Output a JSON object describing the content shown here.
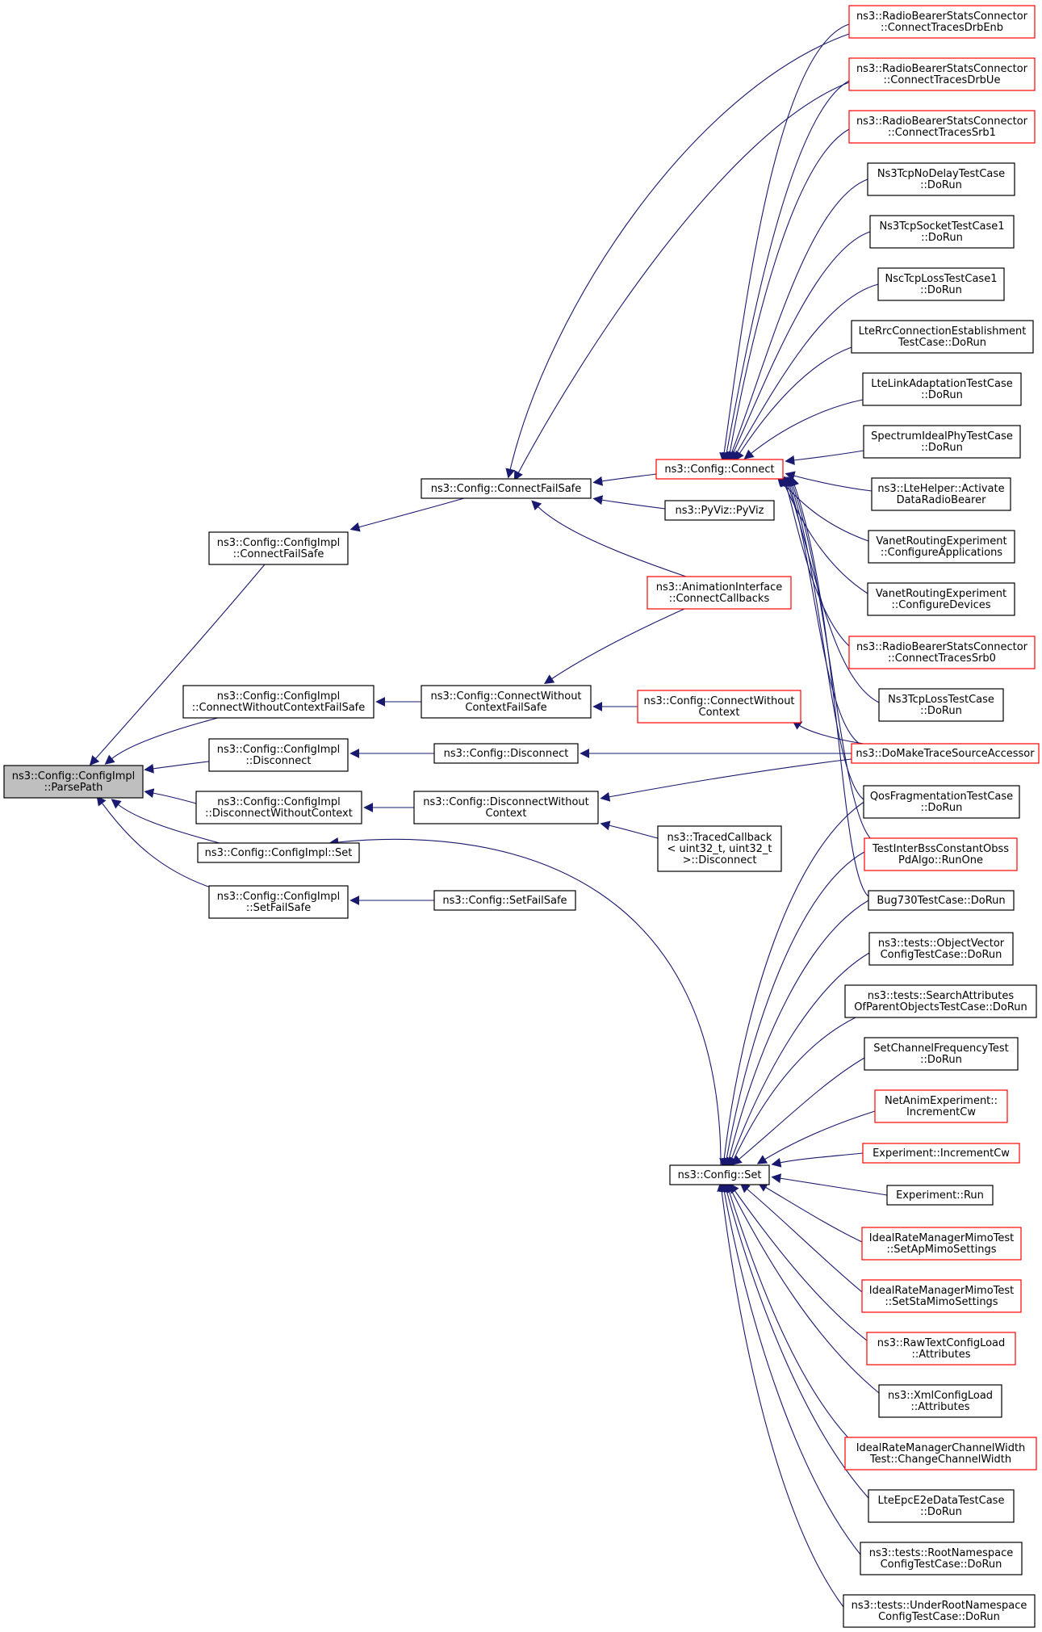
{
  "diagram": {
    "type": "call-graph",
    "colors": {
      "edge": "#191970",
      "node_border": "#000000",
      "node_border_truncated": "#ff0000",
      "root_fill": "#bfbfbf",
      "node_fill": "#ffffff"
    },
    "nodes": [
      {
        "id": "parsepath",
        "lines": [
          "ns3::Config::ConfigImpl",
          "::ParsePath"
        ],
        "style": "root"
      },
      {
        "id": "ci_cfs",
        "lines": [
          "ns3::Config::ConfigImpl",
          "::ConnectFailSafe"
        ],
        "style": "normal"
      },
      {
        "id": "ci_cwcfs",
        "lines": [
          "ns3::Config::ConfigImpl",
          "::ConnectWithoutContextFailSafe"
        ],
        "style": "normal"
      },
      {
        "id": "ci_disc",
        "lines": [
          "ns3::Config::ConfigImpl",
          "::Disconnect"
        ],
        "style": "normal"
      },
      {
        "id": "ci_dwc",
        "lines": [
          "ns3::Config::ConfigImpl",
          "::DisconnectWithoutContext"
        ],
        "style": "normal"
      },
      {
        "id": "ci_set",
        "lines": [
          "ns3::Config::ConfigImpl::Set"
        ],
        "style": "normal"
      },
      {
        "id": "ci_sfs",
        "lines": [
          "ns3::Config::ConfigImpl",
          "::SetFailSafe"
        ],
        "style": "normal"
      },
      {
        "id": "c_cfs",
        "lines": [
          "ns3::Config::ConnectFailSafe"
        ],
        "style": "normal"
      },
      {
        "id": "c_cwcfs",
        "lines": [
          "ns3::Config::ConnectWithout",
          "ContextFailSafe"
        ],
        "style": "normal"
      },
      {
        "id": "c_disc",
        "lines": [
          "ns3::Config::Disconnect"
        ],
        "style": "normal"
      },
      {
        "id": "c_dwc",
        "lines": [
          "ns3::Config::DisconnectWithout",
          "Context"
        ],
        "style": "normal"
      },
      {
        "id": "c_sfs",
        "lines": [
          "ns3::Config::SetFailSafe"
        ],
        "style": "normal"
      },
      {
        "id": "c_connect",
        "lines": [
          "ns3::Config::Connect"
        ],
        "style": "truncated"
      },
      {
        "id": "pyviz",
        "lines": [
          "ns3::PyViz::PyViz"
        ],
        "style": "normal"
      },
      {
        "id": "anim_cc",
        "lines": [
          "ns3::AnimationInterface",
          "::ConnectCallbacks"
        ],
        "style": "truncated"
      },
      {
        "id": "c_cwc",
        "lines": [
          "ns3::Config::ConnectWithout",
          "Context"
        ],
        "style": "truncated"
      },
      {
        "id": "traced_disc",
        "lines": [
          "ns3::TracedCallback",
          "< uint32_t, uint32_t",
          " >::Disconnect"
        ],
        "style": "normal"
      },
      {
        "id": "c_set",
        "lines": [
          "ns3::Config::Set"
        ],
        "style": "normal"
      },
      {
        "id": "rbsc_drbenb",
        "lines": [
          "ns3::RadioBearerStatsConnector",
          "::ConnectTracesDrbEnb"
        ],
        "style": "truncated"
      },
      {
        "id": "rbsc_drbue",
        "lines": [
          "ns3::RadioBearerStatsConnector",
          "::ConnectTracesDrbUe"
        ],
        "style": "truncated"
      },
      {
        "id": "rbsc_srb1",
        "lines": [
          "ns3::RadioBearerStatsConnector",
          "::ConnectTracesSrb1"
        ],
        "style": "truncated"
      },
      {
        "id": "tcpnodelay",
        "lines": [
          "Ns3TcpNoDelayTestCase",
          "::DoRun"
        ],
        "style": "normal"
      },
      {
        "id": "tcpsocket1",
        "lines": [
          "Ns3TcpSocketTestCase1",
          "::DoRun"
        ],
        "style": "normal"
      },
      {
        "id": "nsctcploss1",
        "lines": [
          "NscTcpLossTestCase1",
          "::DoRun"
        ],
        "style": "normal"
      },
      {
        "id": "lterrc",
        "lines": [
          "LteRrcConnectionEstablishment",
          "TestCase::DoRun"
        ],
        "style": "normal"
      },
      {
        "id": "ltelinkadapt",
        "lines": [
          "LteLinkAdaptationTestCase",
          "::DoRun"
        ],
        "style": "normal"
      },
      {
        "id": "specidealphy",
        "lines": [
          "SpectrumIdealPhyTestCase",
          "::DoRun"
        ],
        "style": "normal"
      },
      {
        "id": "ltehelper",
        "lines": [
          "ns3::LteHelper::Activate",
          "DataRadioBearer"
        ],
        "style": "normal"
      },
      {
        "id": "vanet_apps",
        "lines": [
          "VanetRoutingExperiment",
          "::ConfigureApplications"
        ],
        "style": "normal"
      },
      {
        "id": "vanet_devs",
        "lines": [
          "VanetRoutingExperiment",
          "::ConfigureDevices"
        ],
        "style": "normal"
      },
      {
        "id": "rbsc_srb0",
        "lines": [
          "ns3::RadioBearerStatsConnector",
          "::ConnectTracesSrb0"
        ],
        "style": "truncated"
      },
      {
        "id": "tcploss",
        "lines": [
          "Ns3TcpLossTestCase",
          "::DoRun"
        ],
        "style": "normal"
      },
      {
        "id": "domaketsa",
        "lines": [
          "ns3::DoMakeTraceSourceAccessor"
        ],
        "style": "truncated"
      },
      {
        "id": "qosfrag",
        "lines": [
          "QosFragmentationTestCase",
          "::DoRun"
        ],
        "style": "normal"
      },
      {
        "id": "testinterbss",
        "lines": [
          "TestInterBssConstantObss",
          "PdAlgo::RunOne"
        ],
        "style": "truncated"
      },
      {
        "id": "bug730",
        "lines": [
          "Bug730TestCase::DoRun"
        ],
        "style": "normal"
      },
      {
        "id": "objvector",
        "lines": [
          "ns3::tests::ObjectVector",
          "ConfigTestCase::DoRun"
        ],
        "style": "normal"
      },
      {
        "id": "searchattr",
        "lines": [
          "ns3::tests::SearchAttributes",
          "OfParentObjectsTestCase::DoRun"
        ],
        "style": "normal"
      },
      {
        "id": "setchanfreq",
        "lines": [
          "SetChannelFrequencyTest",
          "::DoRun"
        ],
        "style": "normal"
      },
      {
        "id": "netanim_cw",
        "lines": [
          "NetAnimExperiment::",
          "IncrementCw"
        ],
        "style": "truncated"
      },
      {
        "id": "exp_cw",
        "lines": [
          "Experiment::IncrementCw"
        ],
        "style": "truncated"
      },
      {
        "id": "exp_run",
        "lines": [
          "Experiment::Run"
        ],
        "style": "normal"
      },
      {
        "id": "idealrate_ap",
        "lines": [
          "IdealRateManagerMimoTest",
          "::SetApMimoSettings"
        ],
        "style": "truncated"
      },
      {
        "id": "idealrate_sta",
        "lines": [
          "IdealRateManagerMimoTest",
          "::SetStaMimoSettings"
        ],
        "style": "truncated"
      },
      {
        "id": "rawtext",
        "lines": [
          "ns3::RawTextConfigLoad",
          "::Attributes"
        ],
        "style": "truncated"
      },
      {
        "id": "xmlconfig",
        "lines": [
          "ns3::XmlConfigLoad",
          "::Attributes"
        ],
        "style": "normal"
      },
      {
        "id": "idealrate_cw",
        "lines": [
          "IdealRateManagerChannelWidth",
          "Test::ChangeChannelWidth"
        ],
        "style": "truncated"
      },
      {
        "id": "lteepc",
        "lines": [
          "LteEpcE2eDataTestCase",
          "::DoRun"
        ],
        "style": "normal"
      },
      {
        "id": "rootns",
        "lines": [
          "ns3::tests::RootNamespace",
          "ConfigTestCase::DoRun"
        ],
        "style": "normal"
      },
      {
        "id": "underrootns",
        "lines": [
          "ns3::tests::UnderRootNamespace",
          "ConfigTestCase::DoRun"
        ],
        "style": "normal"
      }
    ],
    "edges": [
      [
        "ci_cfs",
        "parsepath"
      ],
      [
        "ci_cwcfs",
        "parsepath"
      ],
      [
        "ci_disc",
        "parsepath"
      ],
      [
        "ci_dwc",
        "parsepath"
      ],
      [
        "ci_set",
        "parsepath"
      ],
      [
        "ci_sfs",
        "parsepath"
      ],
      [
        "c_cfs",
        "ci_cfs"
      ],
      [
        "c_cwcfs",
        "ci_cwcfs"
      ],
      [
        "c_disc",
        "ci_disc"
      ],
      [
        "c_dwc",
        "ci_dwc"
      ],
      [
        "c_set",
        "ci_set"
      ],
      [
        "c_sfs",
        "ci_sfs"
      ],
      [
        "c_connect",
        "c_cfs"
      ],
      [
        "pyviz",
        "c_cfs"
      ],
      [
        "anim_cc",
        "c_cfs"
      ],
      [
        "rbsc_drbenb",
        "c_cfs"
      ],
      [
        "rbsc_drbue",
        "c_cfs"
      ],
      [
        "anim_cc",
        "c_cwcfs"
      ],
      [
        "c_cwc",
        "c_cwcfs"
      ],
      [
        "domaketsa",
        "c_disc"
      ],
      [
        "domaketsa",
        "c_dwc"
      ],
      [
        "traced_disc",
        "c_dwc"
      ],
      [
        "domaketsa",
        "c_cwc"
      ],
      [
        "rbsc_drbenb",
        "c_connect"
      ],
      [
        "rbsc_drbue",
        "c_connect"
      ],
      [
        "rbsc_srb1",
        "c_connect"
      ],
      [
        "tcpnodelay",
        "c_connect"
      ],
      [
        "tcpsocket1",
        "c_connect"
      ],
      [
        "nsctcploss1",
        "c_connect"
      ],
      [
        "lterrc",
        "c_connect"
      ],
      [
        "ltelinkadapt",
        "c_connect"
      ],
      [
        "specidealphy",
        "c_connect"
      ],
      [
        "ltehelper",
        "c_connect"
      ],
      [
        "vanet_apps",
        "c_connect"
      ],
      [
        "vanet_devs",
        "c_connect"
      ],
      [
        "rbsc_srb0",
        "c_connect"
      ],
      [
        "tcploss",
        "c_connect"
      ],
      [
        "domaketsa",
        "c_connect"
      ],
      [
        "qosfrag",
        "c_connect"
      ],
      [
        "testinterbss",
        "c_connect"
      ],
      [
        "bug730",
        "c_connect"
      ],
      [
        "qosfrag",
        "c_set"
      ],
      [
        "testinterbss",
        "c_set"
      ],
      [
        "bug730",
        "c_set"
      ],
      [
        "objvector",
        "c_set"
      ],
      [
        "searchattr",
        "c_set"
      ],
      [
        "setchanfreq",
        "c_set"
      ],
      [
        "netanim_cw",
        "c_set"
      ],
      [
        "exp_cw",
        "c_set"
      ],
      [
        "exp_run",
        "c_set"
      ],
      [
        "idealrate_ap",
        "c_set"
      ],
      [
        "idealrate_sta",
        "c_set"
      ],
      [
        "rawtext",
        "c_set"
      ],
      [
        "xmlconfig",
        "c_set"
      ],
      [
        "idealrate_cw",
        "c_set"
      ],
      [
        "lteepc",
        "c_set"
      ],
      [
        "rootns",
        "c_set"
      ],
      [
        "underrootns",
        "c_set"
      ]
    ]
  }
}
